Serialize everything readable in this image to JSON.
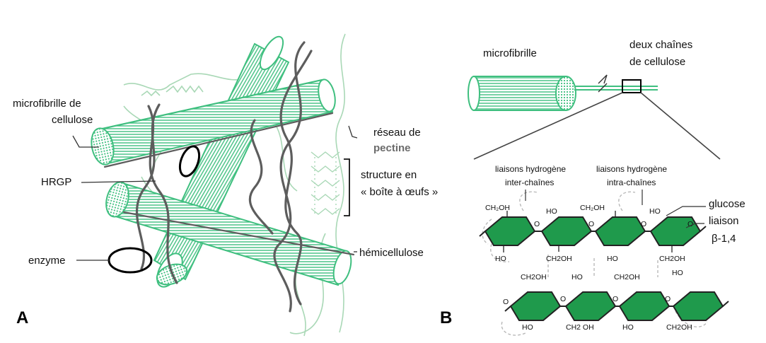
{
  "panels": {
    "a": "A",
    "b": "B"
  },
  "panel_a": {
    "labels": {
      "microfibril_line1": "microfibrille de",
      "microfibril_line2": "cellulose",
      "hrgp": "HRGP",
      "enzyme": "enzyme",
      "pectin_line1": "réseau de",
      "pectin_line2": "pectine",
      "eggbox_line1": "structure en",
      "eggbox_line2": "« boîte à œufs »",
      "hemicellulose": "hémicellulose"
    }
  },
  "panel_b": {
    "labels": {
      "microfibril": "microfibrille",
      "two_chains_line1": "deux chaînes",
      "two_chains_line2": "de cellulose",
      "hbond_inter_line1": "liaisons hydrogène",
      "hbond_inter_line2": "inter-chaînes",
      "hbond_intra_line1": "liaisons hydrogène",
      "hbond_intra_line2": "intra-chaînes",
      "glucose": "glucose",
      "liaison": "liaison",
      "beta": "β-1,4"
    },
    "chain1": {
      "top": [
        "CH₂OH",
        "HO",
        "CH₂OH",
        "HO"
      ],
      "bottom": [
        "HO",
        "CH2OH",
        "HO",
        "CH2OH"
      ],
      "o": [
        "O",
        "O",
        "O",
        "O"
      ]
    },
    "chain2": {
      "top": [
        "CH2OH",
        "HO",
        "CH2OH",
        "HO"
      ],
      "bottom": [
        "HO",
        "CH2 OH",
        "HO",
        "CH2OH"
      ],
      "o": [
        "O",
        "O",
        "O",
        "O"
      ]
    }
  },
  "colors": {
    "fibril": "#3fbf7f",
    "fibril_light": "#a8e2c2",
    "glucose_fill": "#1f9a4c",
    "strand": "#5d5d5d",
    "pectin": "#a9d8b6"
  }
}
